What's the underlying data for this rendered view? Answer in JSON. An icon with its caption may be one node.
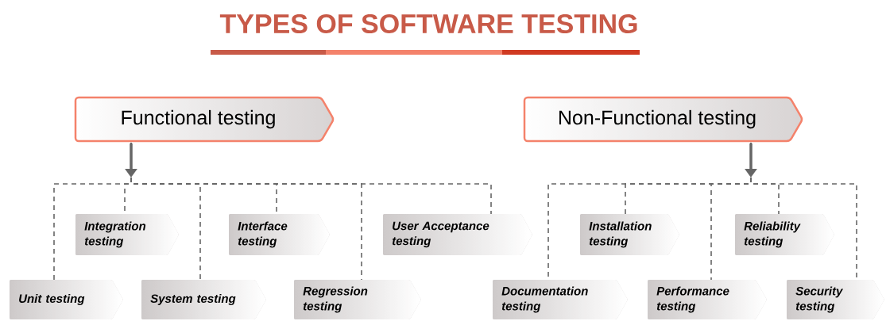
{
  "diagram": {
    "title": "TYPES OF SOFTWARE TESTING",
    "nodes": [
      {
        "text": [
          "Functional testing"
        ]
      },
      {
        "text": [
          "Non-Functional testing"
        ]
      },
      {
        "text": [
          "Integration testing"
        ]
      },
      {
        "text": [
          "Interface testing"
        ]
      },
      {
        "text": [
          "User Acceptance testing"
        ]
      },
      {
        "text": [
          "Unit testing"
        ]
      },
      {
        "text": [
          "System testing"
        ]
      },
      {
        "text": [
          "Regression testing"
        ]
      },
      {
        "text": [
          "Installation testing"
        ]
      },
      {
        "text": [
          "Reliability testing"
        ]
      },
      {
        "text": [
          "Documentation testing"
        ]
      },
      {
        "text": [
          "Performance testing"
        ]
      },
      {
        "text": [
          "Security testing"
        ]
      }
    ],
    "edges": [
      {
        "from": 0,
        "to": 2,
        "arrow": "none",
        "style": "dashed"
      },
      {
        "from": 0,
        "to": 3,
        "arrow": "none",
        "style": "dashed"
      },
      {
        "from": 0,
        "to": 4,
        "arrow": "none",
        "style": "dashed"
      },
      {
        "from": 0,
        "to": 5,
        "arrow": "none",
        "style": "dashed"
      },
      {
        "from": 0,
        "to": 6,
        "arrow": "none",
        "style": "dashed"
      },
      {
        "from": 0,
        "to": 7,
        "arrow": "none",
        "style": "dashed"
      },
      {
        "from": 1,
        "to": 8,
        "arrow": "none",
        "style": "dashed"
      },
      {
        "from": 1,
        "to": 9,
        "arrow": "none",
        "style": "dashed"
      },
      {
        "from": 1,
        "to": 10,
        "arrow": "none",
        "style": "dashed"
      },
      {
        "from": 1,
        "to": 11,
        "arrow": "none",
        "style": "dashed"
      },
      {
        "from": 1,
        "to": 12,
        "arrow": "none",
        "style": "dashed"
      }
    ]
  }
}
